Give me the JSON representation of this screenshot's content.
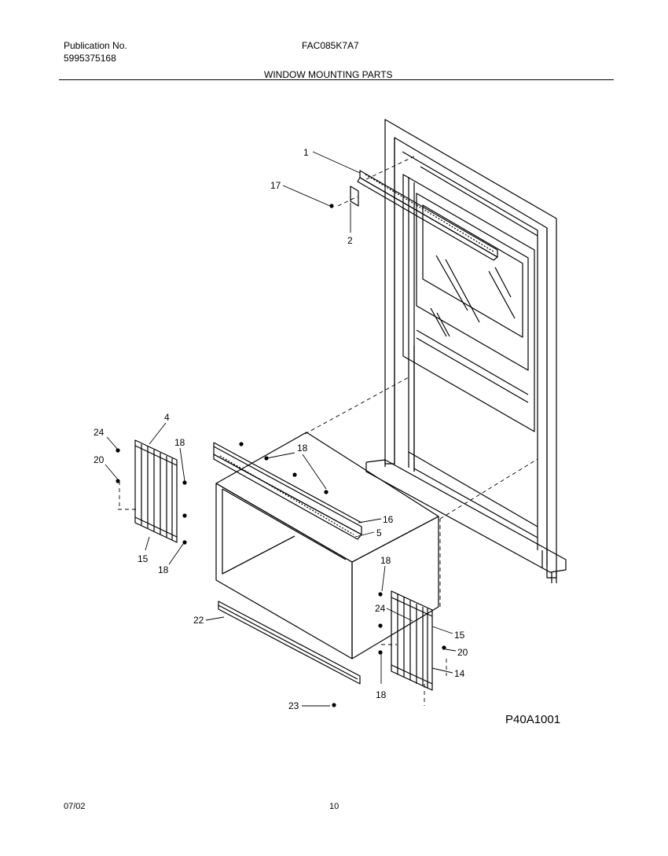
{
  "header": {
    "publication_label": "Publication No.",
    "publication_number": "5995375168",
    "model": "FAC085K7A7",
    "section_title": "WINDOW MOUNTING PARTS"
  },
  "callouts": {
    "c1": "1",
    "c17": "17",
    "c2": "2",
    "c4": "4",
    "c24a": "24",
    "c20a": "20",
    "c18a": "18",
    "c15a": "15",
    "c18b": "18",
    "c18c": "18",
    "c16": "16",
    "c5": "5",
    "c18d": "18",
    "c24b": "24",
    "c15b": "15",
    "c20b": "20",
    "c14": "14",
    "c18e": "18",
    "c22": "22",
    "c23": "23"
  },
  "diagram_ref": "P40A1001",
  "footer": {
    "date": "07/02",
    "page": "10"
  }
}
